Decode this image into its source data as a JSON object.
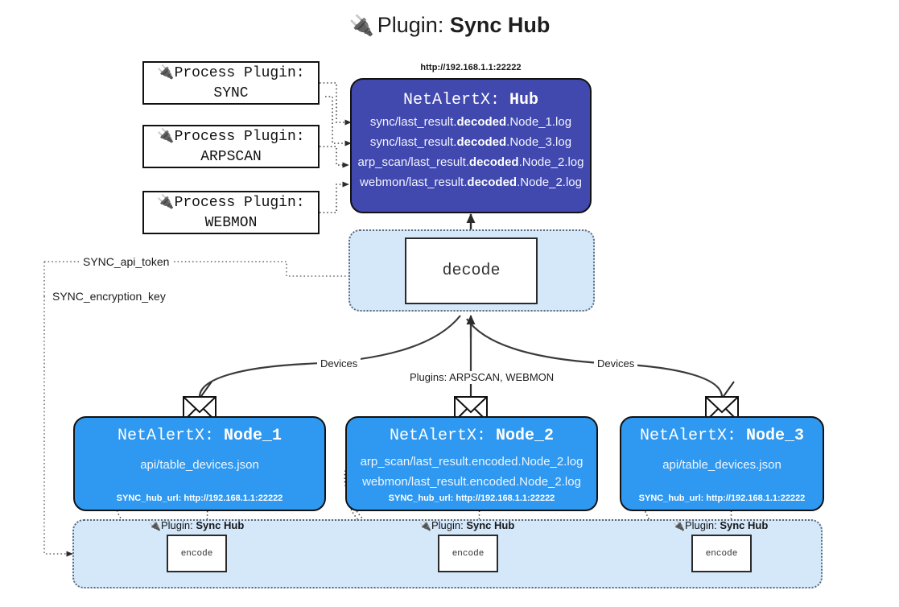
{
  "title": {
    "icon": "plug-icon",
    "glyph": "🔌",
    "label": "Plugin:",
    "value": "Sync Hub"
  },
  "process_plugins": [
    {
      "glyph": "🔌",
      "label": "Process Plugin:",
      "name": "SYNC"
    },
    {
      "glyph": "🔌",
      "label": "Process Plugin:",
      "name": "ARPSCAN"
    },
    {
      "glyph": "🔌",
      "label": "Process Plugin:",
      "name": "WEBMON"
    }
  ],
  "hub": {
    "url": "http://192.168.1.1:22222",
    "prefix": "NetAlertX:",
    "name": "Hub",
    "logs": [
      {
        "pre": "sync/last_result.",
        "mid": "decoded",
        "post": ".Node_1.log"
      },
      {
        "pre": "sync/last_result.",
        "mid": "decoded",
        "post": ".Node_3.log"
      },
      {
        "pre": "arp_scan/last_result.",
        "mid": "decoded",
        "post": ".Node_2.log"
      },
      {
        "pre": "webmon/last_result.",
        "mid": "decoded",
        "post": ".Node_2.log"
      }
    ]
  },
  "decode": {
    "label": "decode"
  },
  "tokens": [
    {
      "label": "SYNC_api_token"
    },
    {
      "label": "SYNC_encryption_key"
    }
  ],
  "edge_labels": {
    "left_devices": "Devices",
    "right_devices": "Devices",
    "center_plugins": "Plugins: ARPSCAN, WEBMON"
  },
  "nodes": [
    {
      "prefix": "NetAlertX:",
      "name": "Node_1",
      "icon": "envelope-icon",
      "resources": [
        "api/table_devices.json"
      ],
      "footer": "SYNC_hub_url: http://192.168.1.1:22222",
      "encode": {
        "glyph": "🔌",
        "label": "Plugin:",
        "value": "Sync Hub",
        "box": "encode"
      }
    },
    {
      "prefix": "NetAlertX:",
      "name": "Node_2",
      "icon": "envelope-icon",
      "resources": [
        "arp_scan/last_result.encoded.Node_2.log",
        "webmon/last_result.encoded.Node_2.log"
      ],
      "footer": "SYNC_hub_url: http://192.168.1.1:22222",
      "encode": {
        "glyph": "🔌",
        "label": "Plugin:",
        "value": "Sync Hub",
        "box": "encode"
      }
    },
    {
      "prefix": "NetAlertX:",
      "name": "Node_3",
      "icon": "envelope-icon",
      "resources": [
        "api/table_devices.json"
      ],
      "footer": "SYNC_hub_url: http://192.168.1.1:22222",
      "encode": {
        "glyph": "🔌",
        "label": "Plugin:",
        "value": "Sync Hub",
        "box": "encode"
      }
    }
  ],
  "colors": {
    "hub_fill": "#4148ae",
    "node_fill": "#2f98f0",
    "container_fill": "#d4e8fa",
    "stroke": "#121212",
    "dotted": "#5a6a7a"
  }
}
